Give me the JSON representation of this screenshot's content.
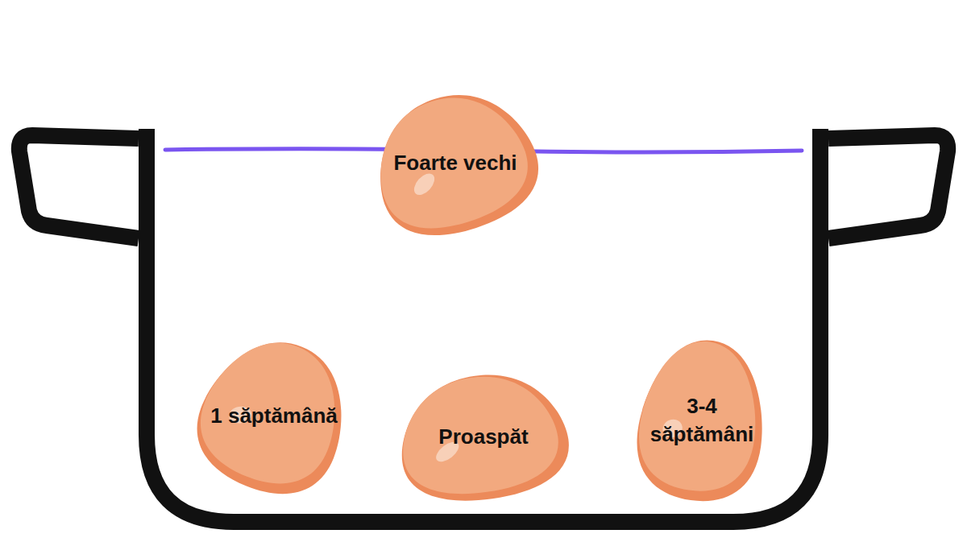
{
  "diagram": {
    "nodes": [
      {
        "text": [
          "Foarte vechi"
        ]
      },
      {
        "text": [
          "1 săptămână"
        ]
      },
      {
        "text": [
          "Proaspăt"
        ]
      },
      {
        "text": [
          "3-4 săptămâni"
        ]
      }
    ]
  }
}
